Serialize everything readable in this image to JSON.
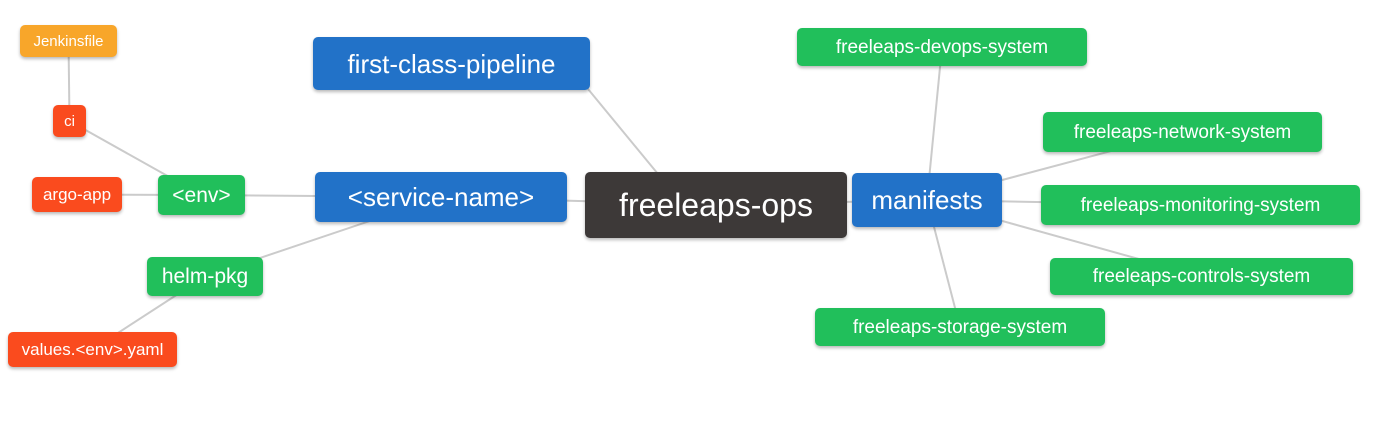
{
  "palette": {
    "blue": "#2272C8",
    "green": "#21BF5B",
    "red": "#FA4B1E",
    "orange": "#F8A62A",
    "dark": "#3D3938",
    "edge": "#CBCBCB"
  },
  "nodes": {
    "freeleaps-ops": {
      "label": "freeleaps-ops",
      "color": "dark"
    },
    "first-class-pipeline": {
      "label": "first-class-pipeline",
      "color": "blue"
    },
    "service-name": {
      "label": "<service-name>",
      "color": "blue"
    },
    "manifests": {
      "label": "manifests",
      "color": "blue"
    },
    "env": {
      "label": "<env>",
      "color": "green"
    },
    "helm-pkg": {
      "label": "helm-pkg",
      "color": "green"
    },
    "ci": {
      "label": "ci",
      "color": "red"
    },
    "argo-app": {
      "label": "argo-app",
      "color": "red"
    },
    "jenkinsfile": {
      "label": "Jenkinsfile",
      "color": "orange"
    },
    "values-env-yaml": {
      "label": "values.<env>.yaml",
      "color": "red"
    },
    "freeleaps-devops-system": {
      "label": "freeleaps-devops-system",
      "color": "green"
    },
    "freeleaps-network-system": {
      "label": "freeleaps-network-system",
      "color": "green"
    },
    "freeleaps-monitoring-system": {
      "label": "freeleaps-monitoring-system",
      "color": "green"
    },
    "freeleaps-controls-system": {
      "label": "freeleaps-controls-system",
      "color": "green"
    },
    "freeleaps-storage-system": {
      "label": "freeleaps-storage-system",
      "color": "green"
    }
  },
  "edges": [
    [
      "jenkinsfile",
      "ci"
    ],
    [
      "ci",
      "env"
    ],
    [
      "argo-app",
      "env"
    ],
    [
      "env",
      "service-name"
    ],
    [
      "helm-pkg",
      "service-name"
    ],
    [
      "values-env-yaml",
      "helm-pkg"
    ],
    [
      "first-class-pipeline",
      "freeleaps-ops"
    ],
    [
      "service-name",
      "freeleaps-ops"
    ],
    [
      "freeleaps-ops",
      "manifests"
    ],
    [
      "manifests",
      "freeleaps-devops-system"
    ],
    [
      "manifests",
      "freeleaps-network-system"
    ],
    [
      "manifests",
      "freeleaps-monitoring-system"
    ],
    [
      "manifests",
      "freeleaps-controls-system"
    ],
    [
      "manifests",
      "freeleaps-storage-system"
    ]
  ]
}
